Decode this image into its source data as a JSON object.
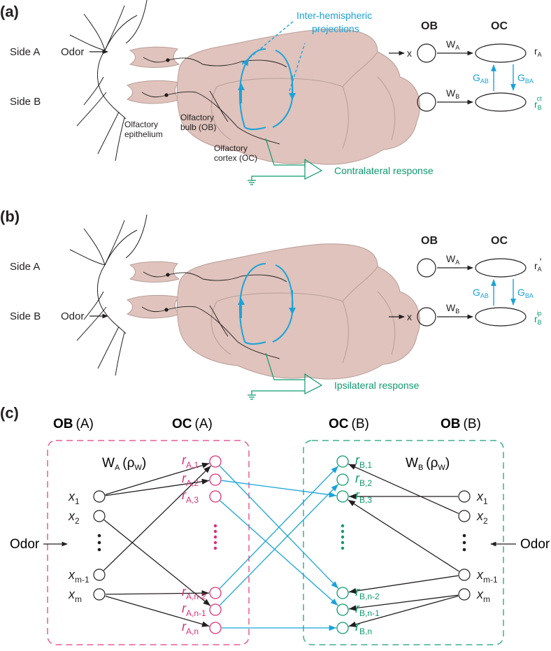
{
  "colors": {
    "ink": "#231f20",
    "blue": "#1aa3d9",
    "green": "#0f9a6e",
    "pink": "#d8307a",
    "brain": "#dfc3bc",
    "brain_stroke": "#b89e98"
  },
  "panel_a": {
    "label": "(a)",
    "side_a": "Side A",
    "side_b": "Side B",
    "odor": "Odor",
    "olfactory_epithelium_1": "Olfactory",
    "olfactory_epithelium_2": "epithelium",
    "olfactory_bulb_1": "Olfactory",
    "olfactory_bulb_2": "bulb (OB)",
    "olfactory_cortex_1": "Olfactory",
    "olfactory_cortex_2": "cortex (OC)",
    "inter_1": "Inter-hemispheric",
    "inter_2": "projections",
    "response": "Contralateral response",
    "ob": "OB",
    "oc": "OC",
    "x": "x",
    "wa": "W",
    "wa_sub": "A",
    "wb": "W",
    "wb_sub": "B",
    "gab": "G",
    "gab_sub": "AB",
    "gba": "G",
    "gba_sub": "BA",
    "ra": "r",
    "ra_sub": "A",
    "rb": "r",
    "rb_sub": "B",
    "rb_sup": "ct"
  },
  "panel_b": {
    "label": "(b)",
    "side_a": "Side A",
    "side_b": "Side B",
    "odor": "Odor",
    "response": "Ipsilateral response",
    "ob": "OB",
    "oc": "OC",
    "x": "x",
    "wa": "W",
    "wa_sub": "A",
    "wb": "W",
    "wb_sub": "B",
    "gab": "G",
    "gab_sub": "AB",
    "gba": "G",
    "gba_sub": "BA",
    "ra": "r",
    "ra_sub": "A",
    "ra_prime": "'",
    "rb": "r",
    "rb_sub": "B",
    "rb_sup": "ip"
  },
  "panel_c": {
    "label": "(c)",
    "ob_a": "OB",
    "ob_a_side": "(A)",
    "oc_a": "OC",
    "oc_a_side": "(A)",
    "oc_b": "OC",
    "oc_b_side": "(B)",
    "ob_b": "OB",
    "ob_b_side": "(B)",
    "wa_rho": "W",
    "wa_rho_sub": "A",
    "wa_rho_paren": "(ρ",
    "wa_rho_w": "W",
    "wa_rho_close": ")",
    "wb_rho": "W",
    "wb_rho_sub": "B",
    "wb_rho_paren": "(ρ",
    "wb_rho_w": "W",
    "wb_rho_close": ")",
    "odor_left": "Odor",
    "odor_right": "Odor",
    "x_inputs": [
      {
        "base": "x",
        "sub": "1"
      },
      {
        "base": "x",
        "sub": "2"
      },
      {
        "base": "x",
        "sub": "m-1"
      },
      {
        "base": "x",
        "sub": "m"
      }
    ],
    "ra_outputs": [
      {
        "base": "r",
        "sub": "A,1"
      },
      {
        "base": "r",
        "sub": "A,2"
      },
      {
        "base": "r",
        "sub": "A,3"
      },
      {
        "base": "r",
        "sub": "A,n-2"
      },
      {
        "base": "r",
        "sub": "A,n-1"
      },
      {
        "base": "r",
        "sub": "A,n"
      }
    ],
    "rb_outputs": [
      {
        "base": "r",
        "sub": "B,1"
      },
      {
        "base": "r",
        "sub": "B,2"
      },
      {
        "base": "r",
        "sub": "B,3"
      },
      {
        "base": "r",
        "sub": "B,n-2"
      },
      {
        "base": "r",
        "sub": "B,n-1"
      },
      {
        "base": "r",
        "sub": "B,n"
      }
    ]
  }
}
